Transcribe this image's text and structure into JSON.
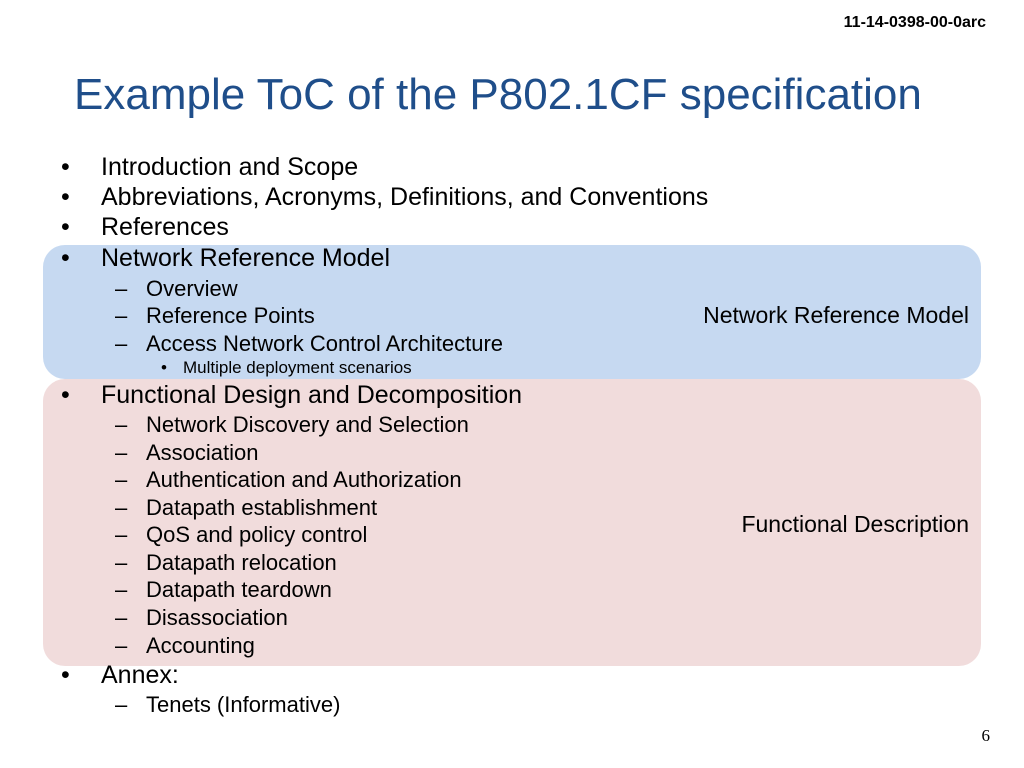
{
  "header": {
    "doc_id": "11-14-0398-00-0arc"
  },
  "title": "Example ToC of the P802.1CF specification",
  "groups": {
    "network_reference_model": {
      "label": "Network Reference Model",
      "color": "#c6d9f1"
    },
    "functional_description": {
      "label": "Functional Description",
      "color": "#f1dcdc"
    }
  },
  "toc": [
    {
      "level": 1,
      "text": "Introduction and Scope"
    },
    {
      "level": 1,
      "text": "Abbreviations, Acronyms, Definitions, and Conventions"
    },
    {
      "level": 1,
      "text": "References"
    },
    {
      "level": 1,
      "text": "Network Reference Model"
    },
    {
      "level": 2,
      "text": "Overview"
    },
    {
      "level": 2,
      "text": "Reference Points"
    },
    {
      "level": 2,
      "text": "Access Network Control Architecture"
    },
    {
      "level": 3,
      "text": "Multiple deployment scenarios"
    },
    {
      "level": 1,
      "text": "Functional Design and Decomposition"
    },
    {
      "level": 2,
      "text": "Network Discovery and Selection"
    },
    {
      "level": 2,
      "text": "Association"
    },
    {
      "level": 2,
      "text": "Authentication and Authorization"
    },
    {
      "level": 2,
      "text": "Datapath establishment"
    },
    {
      "level": 2,
      "text": "QoS and policy control"
    },
    {
      "level": 2,
      "text": "Datapath relocation"
    },
    {
      "level": 2,
      "text": "Datapath teardown"
    },
    {
      "level": 2,
      "text": "Disassociation"
    },
    {
      "level": 2,
      "text": "Accounting"
    },
    {
      "level": 1,
      "text": "Annex:"
    },
    {
      "level": 2,
      "text": "Tenets (Informative)"
    }
  ],
  "page_number": "6",
  "colors": {
    "title": "#1f4e8a"
  }
}
